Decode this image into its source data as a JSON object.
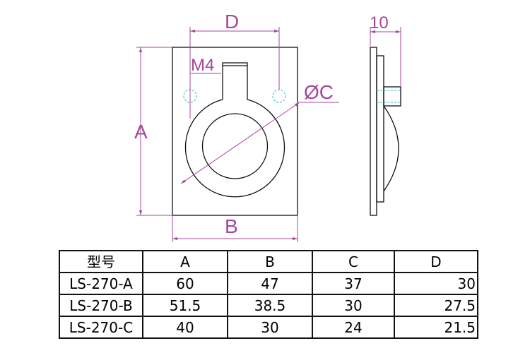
{
  "drawing": {
    "labels": {
      "a": "A",
      "b": "B",
      "c": "ØC",
      "d": "D",
      "thread": "M4",
      "thickness": "10"
    },
    "colors": {
      "dimension": "#a4479c",
      "hidden": "#5ac8d8",
      "outline": "#111111"
    }
  },
  "table": {
    "headers": [
      "型号",
      "A",
      "B",
      "C",
      "D"
    ],
    "rows": [
      [
        "LS-270-A",
        "60",
        "47",
        "37",
        "30"
      ],
      [
        "LS-270-B",
        "51.5",
        "38.5",
        "30",
        "27.5"
      ],
      [
        "LS-270-C",
        "40",
        "30",
        "24",
        "21.5"
      ]
    ]
  }
}
